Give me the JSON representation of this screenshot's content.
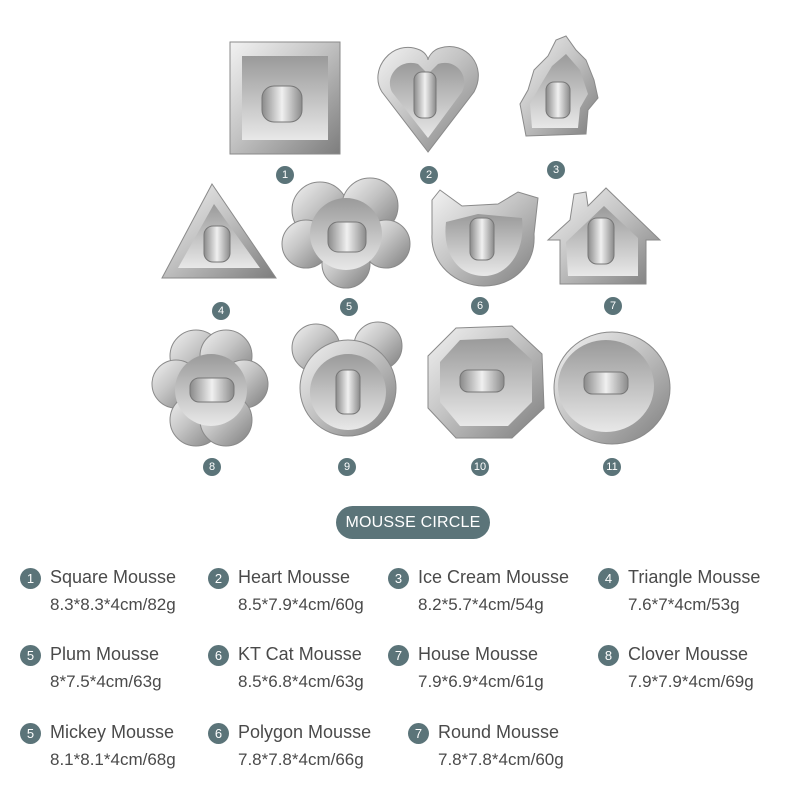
{
  "photo": {
    "numbers": [
      "1",
      "2",
      "3",
      "4",
      "5",
      "6",
      "7",
      "8",
      "9",
      "10",
      "11"
    ],
    "colors": {
      "steel_light": "#e6e6e6",
      "steel_mid": "#b9b9b9",
      "steel_dark": "#6f6f6f",
      "badge": "#5b7479"
    }
  },
  "title_pill": "MOUSSE CIRCLE",
  "items": [
    {
      "num": "1",
      "name": "Square Mousse",
      "spec": "8.3*8.3*4cm/82g"
    },
    {
      "num": "2",
      "name": "Heart Mousse",
      "spec": "8.5*7.9*4cm/60g"
    },
    {
      "num": "3",
      "name": "Ice Cream Mousse",
      "spec": "8.2*5.7*4cm/54g"
    },
    {
      "num": "4",
      "name": "Triangle Mousse",
      "spec": "7.6*7*4cm/53g"
    },
    {
      "num": "5",
      "name": "Plum Mousse",
      "spec": "8*7.5*4cm/63g"
    },
    {
      "num": "6",
      "name": "KT Cat Mousse",
      "spec": "8.5*6.8*4cm/63g"
    },
    {
      "num": "7",
      "name": "House Mousse",
      "spec": "7.9*6.9*4cm/61g"
    },
    {
      "num": "8",
      "name": "Clover Mousse",
      "spec": "7.9*7.9*4cm/69g"
    },
    {
      "num": "5",
      "name": "Mickey Mousse",
      "spec": "8.1*8.1*4cm/68g"
    },
    {
      "num": "6",
      "name": "Polygon Mousse",
      "spec": "7.8*7.8*4cm/66g"
    },
    {
      "num": "7",
      "name": "Round Mousse",
      "spec": "7.8*7.8*4cm/60g"
    }
  ]
}
